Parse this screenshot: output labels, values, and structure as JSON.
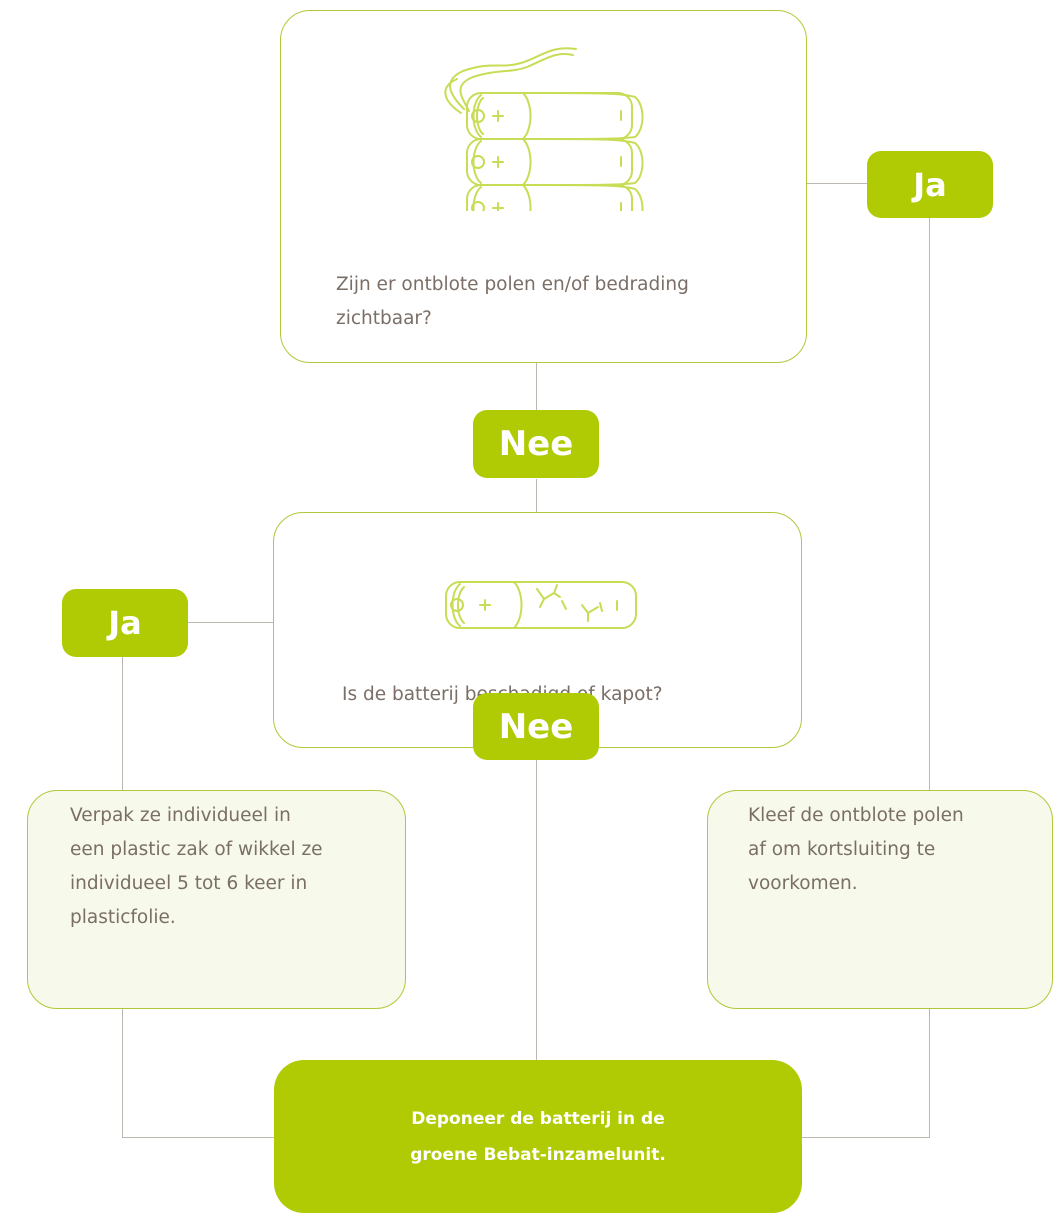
{
  "colors": {
    "accent": "#b0cb04",
    "border": "#b2c83a",
    "icon": "#c9dc55",
    "text": "#7a6e66",
    "line": "#bdb7b2",
    "tint": "#f7f9ea"
  },
  "question_1": {
    "icon": "battery-pack-with-wire-icon",
    "text_line1": "Zijn er ontblote polen en/of bedrading",
    "text_line2": "zichtbaar?"
  },
  "question_2": {
    "icon": "damaged-battery-icon",
    "text": "Is de batterij beschadigd of kapot?"
  },
  "badges": {
    "yes_top": "Ja",
    "no_middle": "Nee",
    "yes_left": "Ja",
    "no_bottom": "Nee"
  },
  "action_left": {
    "line1": "Verpak ze individueel in",
    "line2": "een plastic zak of wikkel ze",
    "line3": "individueel 5 tot 6 keer in",
    "line4": "plasticfolie."
  },
  "action_right": {
    "line1": "Kleef de ontblote polen",
    "line2": "af om kortsluiting te",
    "line3": "voorkomen."
  },
  "final": {
    "line1": "Deponeer de batterij in de",
    "line2": "groene Bebat-inzamelunit."
  }
}
